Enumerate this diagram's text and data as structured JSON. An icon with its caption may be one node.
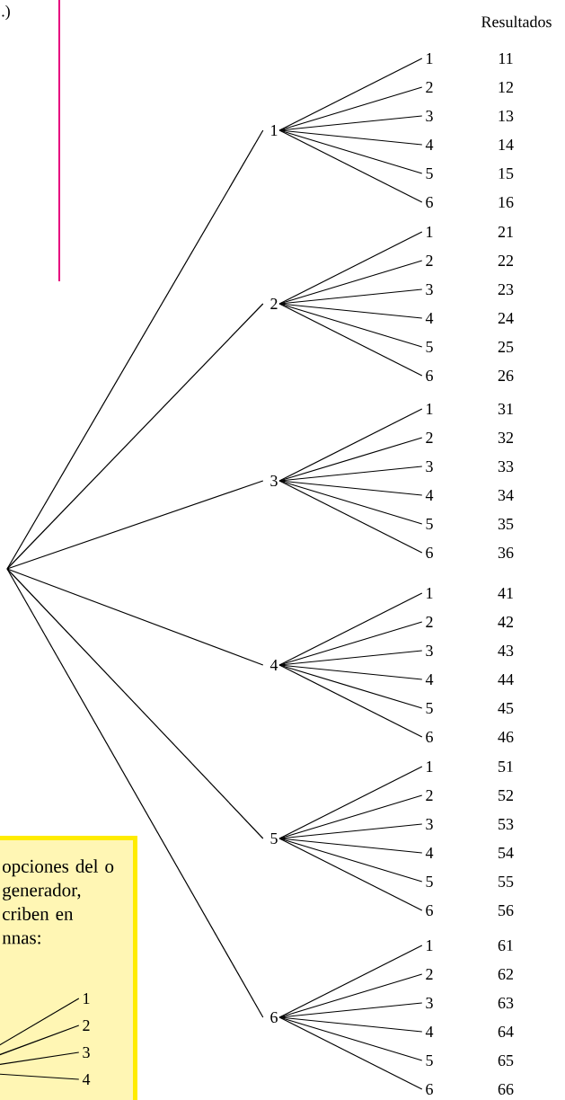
{
  "diagram": {
    "nodes": [
      {
        "text": [
          "1"
        ]
      },
      {
        "text": [
          "1"
        ],
        "beside": [
          "11"
        ]
      },
      {
        "text": [
          "2"
        ],
        "beside": [
          "12"
        ]
      },
      {
        "text": [
          "3"
        ],
        "beside": [
          "13"
        ]
      },
      {
        "text": [
          "4"
        ],
        "beside": [
          "14"
        ]
      },
      {
        "text": [
          "5"
        ],
        "beside": [
          "15"
        ]
      },
      {
        "text": [
          "6"
        ],
        "beside": [
          "16"
        ]
      },
      {
        "text": [
          "2"
        ]
      },
      {
        "text": [
          "1"
        ],
        "beside": [
          "21"
        ]
      },
      {
        "text": [
          "2"
        ],
        "beside": [
          "22"
        ]
      },
      {
        "text": [
          "3"
        ],
        "beside": [
          "23"
        ]
      },
      {
        "text": [
          "4"
        ],
        "beside": [
          "24"
        ]
      },
      {
        "text": [
          "5"
        ],
        "beside": [
          "25"
        ]
      },
      {
        "text": [
          "6"
        ],
        "beside": [
          "26"
        ]
      },
      {
        "text": [
          "3"
        ]
      },
      {
        "text": [
          "1"
        ],
        "beside": [
          "31"
        ]
      },
      {
        "text": [
          "2"
        ],
        "beside": [
          "32"
        ]
      },
      {
        "text": [
          "3"
        ],
        "beside": [
          "33"
        ]
      },
      {
        "text": [
          "4"
        ],
        "beside": [
          "34"
        ]
      },
      {
        "text": [
          "5"
        ],
        "beside": [
          "35"
        ]
      },
      {
        "text": [
          "6"
        ],
        "beside": [
          "36"
        ]
      },
      {
        "text": [
          "4"
        ]
      },
      {
        "text": [
          "1"
        ],
        "beside": [
          "41"
        ]
      },
      {
        "text": [
          "2"
        ],
        "beside": [
          "42"
        ]
      },
      {
        "text": [
          "3"
        ],
        "beside": [
          "43"
        ]
      },
      {
        "text": [
          "4"
        ],
        "beside": [
          "44"
        ]
      },
      {
        "text": [
          "5"
        ],
        "beside": [
          "45"
        ]
      },
      {
        "text": [
          "6"
        ],
        "beside": [
          "46"
        ]
      },
      {
        "text": [
          "5"
        ]
      },
      {
        "text": [
          "1"
        ],
        "beside": [
          "51"
        ]
      },
      {
        "text": [
          "2"
        ],
        "beside": [
          "52"
        ]
      },
      {
        "text": [
          "3"
        ],
        "beside": [
          "53"
        ]
      },
      {
        "text": [
          "4"
        ],
        "beside": [
          "54"
        ]
      },
      {
        "text": [
          "5"
        ],
        "beside": [
          "55"
        ]
      },
      {
        "text": [
          "6"
        ],
        "beside": [
          "56"
        ]
      },
      {
        "text": [
          "6"
        ]
      },
      {
        "text": [
          "1"
        ],
        "beside": [
          "61"
        ]
      },
      {
        "text": [
          "2"
        ],
        "beside": [
          "62"
        ]
      },
      {
        "text": [
          "3"
        ],
        "beside": [
          "63"
        ]
      },
      {
        "text": [
          "4"
        ],
        "beside": [
          "64"
        ]
      },
      {
        "text": [
          "5"
        ],
        "beside": [
          "65"
        ]
      },
      {
        "text": [
          "6"
        ],
        "beside": [
          "66"
        ]
      },
      {
        "text": [
          "opciones del o generador, criben en nnas:"
        ]
      },
      {
        "text": [
          "1"
        ],
        "in": 42
      },
      {
        "text": [
          "2"
        ],
        "in": 42
      },
      {
        "text": [
          "3"
        ],
        "in": 42
      },
      {
        "text": [
          "4"
        ],
        "in": 42
      }
    ],
    "edges": [
      {
        "from": null,
        "to": 0,
        "arrow": "none"
      },
      {
        "from": null,
        "to": 7,
        "arrow": "none"
      },
      {
        "from": null,
        "to": 14,
        "arrow": "none"
      },
      {
        "from": null,
        "to": 21,
        "arrow": "none"
      },
      {
        "from": null,
        "to": 28,
        "arrow": "none"
      },
      {
        "from": null,
        "to": 35,
        "arrow": "none"
      },
      {
        "from": 0,
        "to": 1,
        "arrow": "none"
      },
      {
        "from": 0,
        "to": 2,
        "arrow": "none"
      },
      {
        "from": 0,
        "to": 3,
        "arrow": "none"
      },
      {
        "from": 0,
        "to": 4,
        "arrow": "none"
      },
      {
        "from": 0,
        "to": 5,
        "arrow": "none"
      },
      {
        "from": 0,
        "to": 6,
        "arrow": "none"
      },
      {
        "from": 7,
        "to": 8,
        "arrow": "none"
      },
      {
        "from": 7,
        "to": 9,
        "arrow": "none"
      },
      {
        "from": 7,
        "to": 10,
        "arrow": "none"
      },
      {
        "from": 7,
        "to": 11,
        "arrow": "none"
      },
      {
        "from": 7,
        "to": 12,
        "arrow": "none"
      },
      {
        "from": 7,
        "to": 13,
        "arrow": "none"
      },
      {
        "from": 14,
        "to": 15,
        "arrow": "none"
      },
      {
        "from": 14,
        "to": 16,
        "arrow": "none"
      },
      {
        "from": 14,
        "to": 17,
        "arrow": "none"
      },
      {
        "from": 14,
        "to": 18,
        "arrow": "none"
      },
      {
        "from": 14,
        "to": 19,
        "arrow": "none"
      },
      {
        "from": 14,
        "to": 20,
        "arrow": "none"
      },
      {
        "from": 21,
        "to": 22,
        "arrow": "none"
      },
      {
        "from": 21,
        "to": 23,
        "arrow": "none"
      },
      {
        "from": 21,
        "to": 24,
        "arrow": "none"
      },
      {
        "from": 21,
        "to": 25,
        "arrow": "none"
      },
      {
        "from": 21,
        "to": 26,
        "arrow": "none"
      },
      {
        "from": 21,
        "to": 27,
        "arrow": "none"
      },
      {
        "from": 28,
        "to": 29,
        "arrow": "none"
      },
      {
        "from": 28,
        "to": 30,
        "arrow": "none"
      },
      {
        "from": 28,
        "to": 31,
        "arrow": "none"
      },
      {
        "from": 28,
        "to": 32,
        "arrow": "none"
      },
      {
        "from": 28,
        "to": 33,
        "arrow": "none"
      },
      {
        "from": 28,
        "to": 34,
        "arrow": "none"
      },
      {
        "from": 35,
        "to": 36,
        "arrow": "none"
      },
      {
        "from": 35,
        "to": 37,
        "arrow": "none"
      },
      {
        "from": 35,
        "to": 38,
        "arrow": "none"
      },
      {
        "from": 35,
        "to": 39,
        "arrow": "none"
      },
      {
        "from": 35,
        "to": 40,
        "arrow": "none"
      },
      {
        "from": 35,
        "to": 41,
        "arrow": "none"
      },
      {
        "from": null,
        "to": 43,
        "arrow": "none"
      },
      {
        "from": null,
        "to": 44,
        "arrow": "none"
      },
      {
        "from": null,
        "to": 45,
        "arrow": "none"
      },
      {
        "from": null,
        "to": 46,
        "arrow": "none"
      }
    ],
    "labels": [
      ".)",
      "Resultados"
    ]
  }
}
